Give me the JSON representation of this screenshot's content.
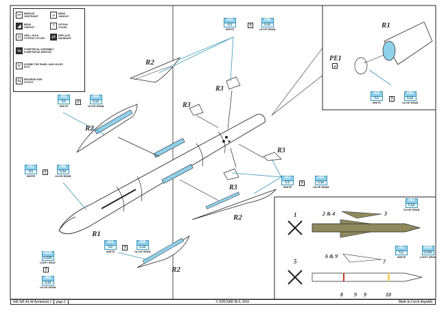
{
  "legend": {
    "items": [
      {
        "icon": "remove-icon",
        "glyph": "✂",
        "text_en": "REMOVE",
        "text_cz": "ODSTRANIT"
      },
      {
        "icon": "bend-icon",
        "glyph": "⤶",
        "text_en": "BEND",
        "text_cz": "OHNOUT"
      },
      {
        "icon": "bend-around-icon",
        "glyph": "◢",
        "text_en": "BEND",
        "text_cz": "OHNOUT"
      },
      {
        "icon": "option-icon",
        "glyph": "?",
        "text_en": "OPTION",
        "text_cz": "VOLBA"
      },
      {
        "icon": "drill-hole-icon",
        "glyph": "⊙",
        "text_en": "DRILL HOLE",
        "text_cz": "VYVRTAT OTVOR"
      },
      {
        "icon": "replace-icon",
        "glyph": "⇄",
        "text_en": "REPLACE",
        "text_cz": "NAHRADIT"
      },
      {
        "icon": "symmetrical-assembly-icon",
        "glyph": "⇋",
        "text_en": "SYMETRICAL ASSEMBLY",
        "text_cz": "SYMETRICKÁ MONTÁŽ"
      },
      {
        "icon": "scribe-icon",
        "glyph": "V",
        "text_en": "SCRIBE THE PANEL AND HOLES",
        "text_cz": "RÝTÍ"
      },
      {
        "icon": "reverse-side-icon",
        "glyph": "⇆",
        "text_en": "REVERSE SIDE",
        "text_cz": "OTOČIT"
      }
    ]
  },
  "paints": {
    "white": {
      "code1": "H11",
      "code2": "C1",
      "name": "WHITE",
      "color": "#ffffff"
    },
    "olive": {
      "code1": "H52",
      "code2": "C12",
      "name": "OLIVE DRAB",
      "color": "#8f8a5e"
    },
    "gray": {
      "code1": "H325",
      "code2": "C325",
      "name": "LIGHT GRAY",
      "color": "#c9c9c9"
    },
    "option_glyph": "?"
  },
  "parts": {
    "r1": "R1",
    "r2": "R2",
    "r3": "R3",
    "pe1": "PE1"
  },
  "inset_labels": {
    "n1": "1",
    "n2_4": "2 & 4",
    "n3": "3",
    "n5": "5",
    "n6_9": "6 & 9",
    "n7": "7",
    "n8": "8",
    "n9a": "9",
    "n9b": "9",
    "n10": "10"
  },
  "colors": {
    "accent_blue": "#8fd0ea",
    "leader_blue": "#3a9ab8",
    "olive_drab": "#8f8a5e",
    "stripe_red": "#c0392b",
    "stripe_yellow": "#f2d16b"
  },
  "footer": {
    "kit": "648 349  AS.34 Kormoran 1",
    "page": "page 2",
    "copyright": "© EDUARD  M.A.  2016",
    "origin": "Made in Czech Republic"
  }
}
